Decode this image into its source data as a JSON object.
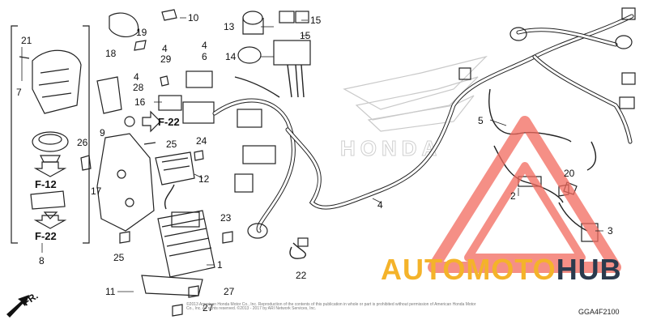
{
  "diagram": {
    "code": "GGA4F2100",
    "ref_labels": [
      "F-22",
      "F-12",
      "F-22"
    ],
    "direction_label": "FR.",
    "copyright_caption": "©2013 American Honda Motor Co., Inc. Reproduction of the contents of this publication in whole or part is prohibited without permission of American Honda Motor Co., Inc. All rights reserved. ©2013 - 2017 by ARI Network Services, Inc.",
    "callouts": [
      {
        "n": "1"
      },
      {
        "n": "2"
      },
      {
        "n": "3"
      },
      {
        "n": "4"
      },
      {
        "n": "4"
      },
      {
        "n": "4"
      },
      {
        "n": "4"
      },
      {
        "n": "5"
      },
      {
        "n": "6"
      },
      {
        "n": "7"
      },
      {
        "n": "8"
      },
      {
        "n": "9"
      },
      {
        "n": "10"
      },
      {
        "n": "11"
      },
      {
        "n": "12"
      },
      {
        "n": "13"
      },
      {
        "n": "14"
      },
      {
        "n": "15"
      },
      {
        "n": "15"
      },
      {
        "n": "16"
      },
      {
        "n": "17"
      },
      {
        "n": "18"
      },
      {
        "n": "19"
      },
      {
        "n": "20"
      },
      {
        "n": "21"
      },
      {
        "n": "22"
      },
      {
        "n": "23"
      },
      {
        "n": "24"
      },
      {
        "n": "25"
      },
      {
        "n": "25"
      },
      {
        "n": "26"
      },
      {
        "n": "27"
      },
      {
        "n": "27"
      },
      {
        "n": "28"
      },
      {
        "n": "29"
      }
    ]
  },
  "watermark": {
    "part1": "AUTO",
    "part2": "MOTO",
    "part3": "HUB",
    "colors": {
      "triangle": "#f26a5e",
      "orange": "#f4b32a",
      "dark": "#2b3a4d"
    }
  },
  "background_logo": "HONDA"
}
